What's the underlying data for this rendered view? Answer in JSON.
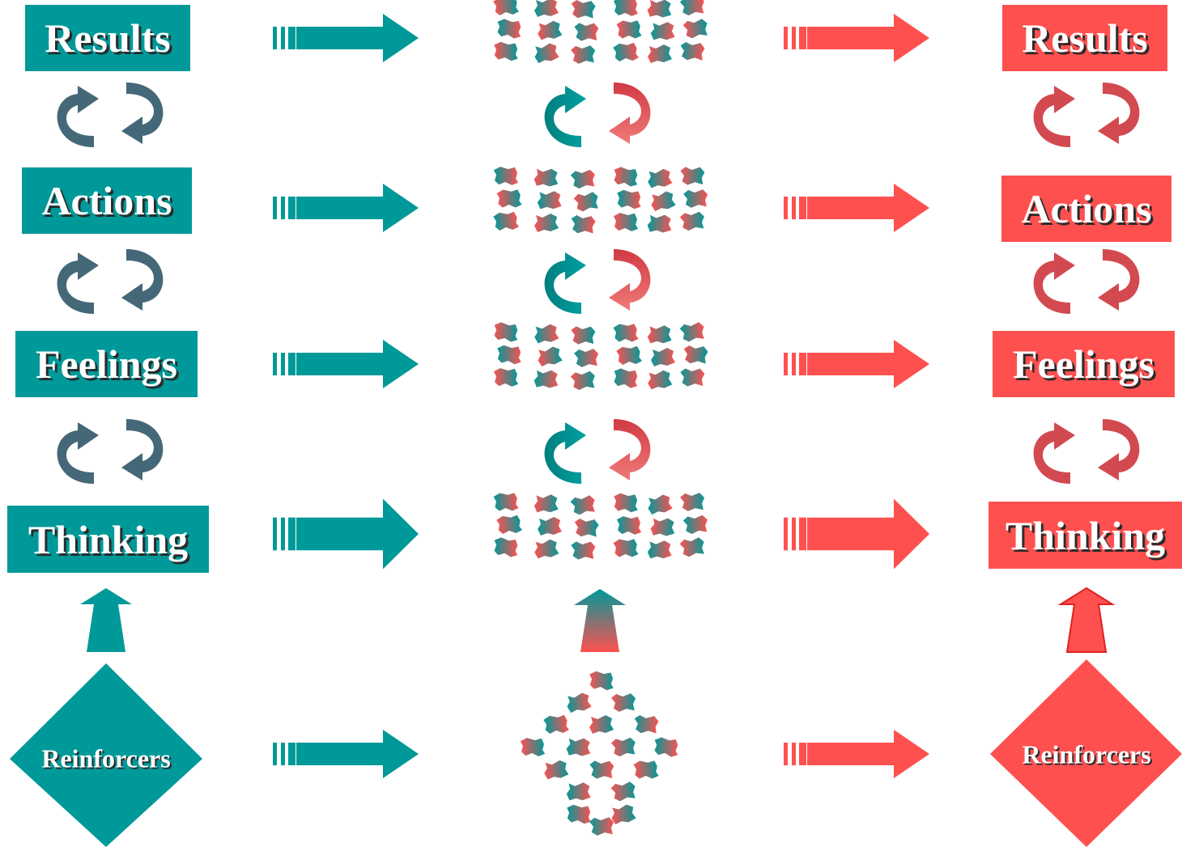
{
  "colors": {
    "teal": "#009999",
    "coral": "#ff5050",
    "slate": "#456878",
    "rose": "#d24a50"
  },
  "left": {
    "levels": [
      "Results",
      "Actions",
      "Feelings",
      "Thinking"
    ],
    "base": "Reinforcers"
  },
  "right": {
    "levels": [
      "Results",
      "Actions",
      "Feelings",
      "Thinking"
    ],
    "base": "Reinforcers"
  }
}
